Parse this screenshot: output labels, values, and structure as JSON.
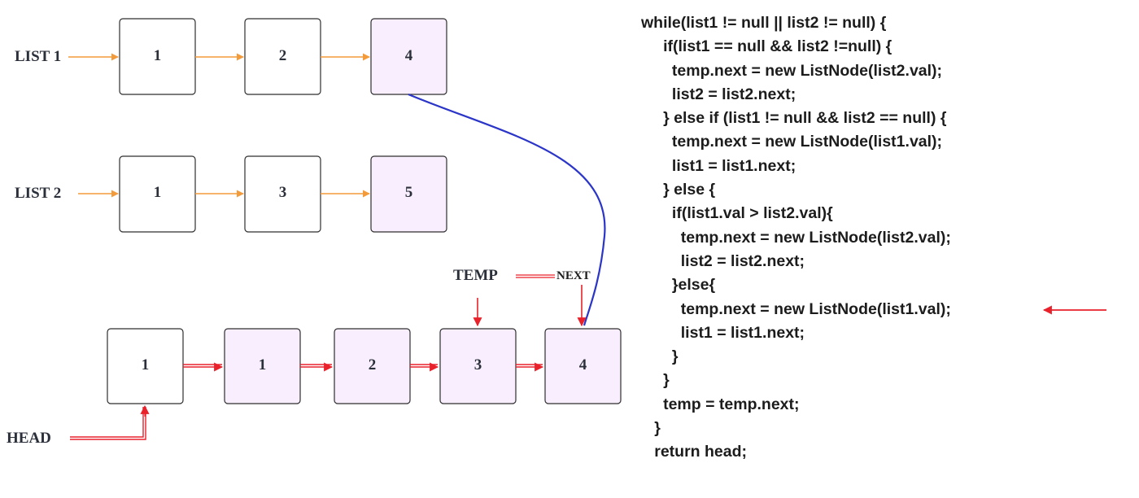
{
  "colors": {
    "node_fill_plain": "#ffffff",
    "node_fill_highlight": "#f8eefe",
    "node_stroke": "#2e2e2e",
    "orange_arrow": "#f39a3a",
    "red_arrow": "#e8212b",
    "blue_curve": "#2b35c8"
  },
  "diagram": {
    "list1": {
      "label": "LIST 1",
      "nodes": [
        "1",
        "2",
        "4"
      ],
      "highlight": [
        false,
        false,
        true
      ]
    },
    "list2": {
      "label": "LIST 2",
      "nodes": [
        "1",
        "3",
        "5"
      ],
      "highlight": [
        false,
        false,
        true
      ]
    },
    "result": {
      "nodes": [
        "1",
        "1",
        "2",
        "3",
        "4"
      ],
      "highlight": [
        false,
        true,
        true,
        true,
        true
      ]
    },
    "head_label": "HEAD",
    "temp_label": "TEMP",
    "next_label": "NEXT"
  },
  "code_lines": [
    "while(list1 != null || list2 != null) {",
    "     if(list1 == null && list2 !=null) {",
    "       temp.next = new ListNode(list2.val);",
    "       list2 = list2.next;",
    "     } else if (list1 != null && list2 == null) {",
    "       temp.next = new ListNode(list1.val);",
    "       list1 = list1.next;",
    "     } else {",
    "       if(list1.val > list2.val){",
    "         temp.next = new ListNode(list2.val);",
    "         list2 = list2.next;",
    "       }else{",
    "         temp.next = new ListNode(list1.val);",
    "         list1 = list1.next;",
    "       }",
    "     }",
    "     temp = temp.next;",
    "   }",
    "   return head;"
  ],
  "pointer_line_index": 12
}
